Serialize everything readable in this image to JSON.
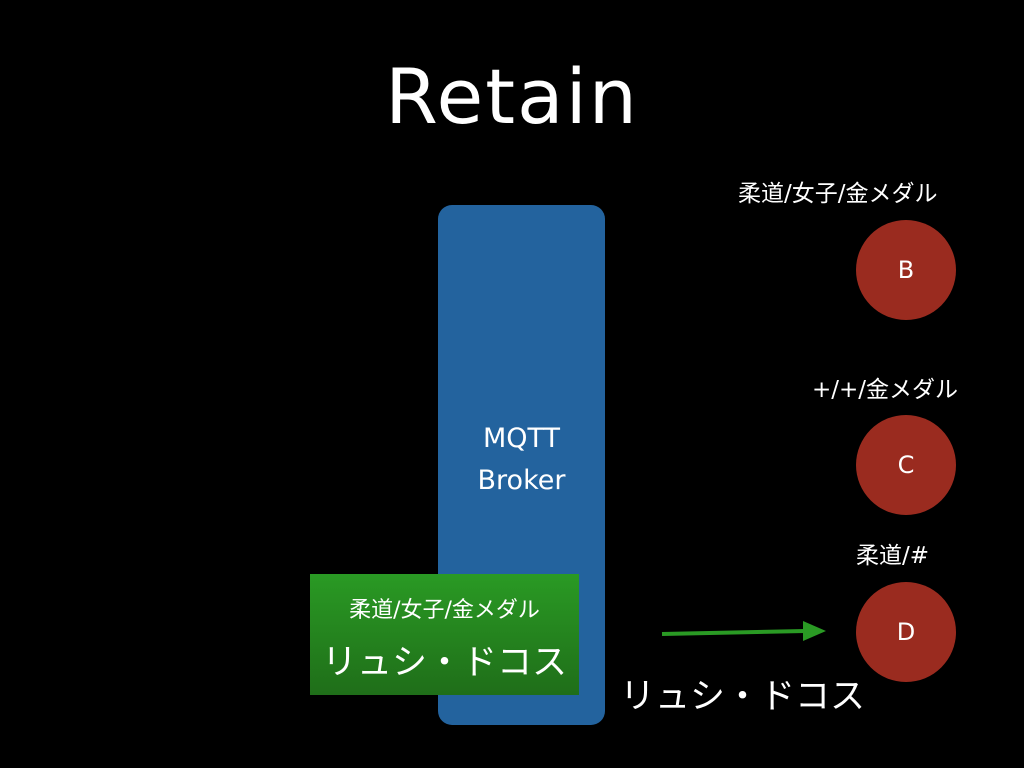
{
  "title": "Retain",
  "broker": {
    "line1": "MQTT",
    "line2": "Broker"
  },
  "message": {
    "topic": "柔道/女子/金メダル",
    "payload": "リュシ・ドコス"
  },
  "subscribers": [
    {
      "topic": "柔道/女子/金メダル",
      "name": "B"
    },
    {
      "topic": "+/+/金メダル",
      "name": "C"
    },
    {
      "topic": "柔道/#",
      "name": "D"
    }
  ],
  "delivered_payload": "リュシ・ドコス",
  "colors": {
    "broker": "#23639e",
    "message": "#2a9a24",
    "client": "#9a2b1f",
    "arrow": "#2a9a24",
    "background": "#000000"
  }
}
